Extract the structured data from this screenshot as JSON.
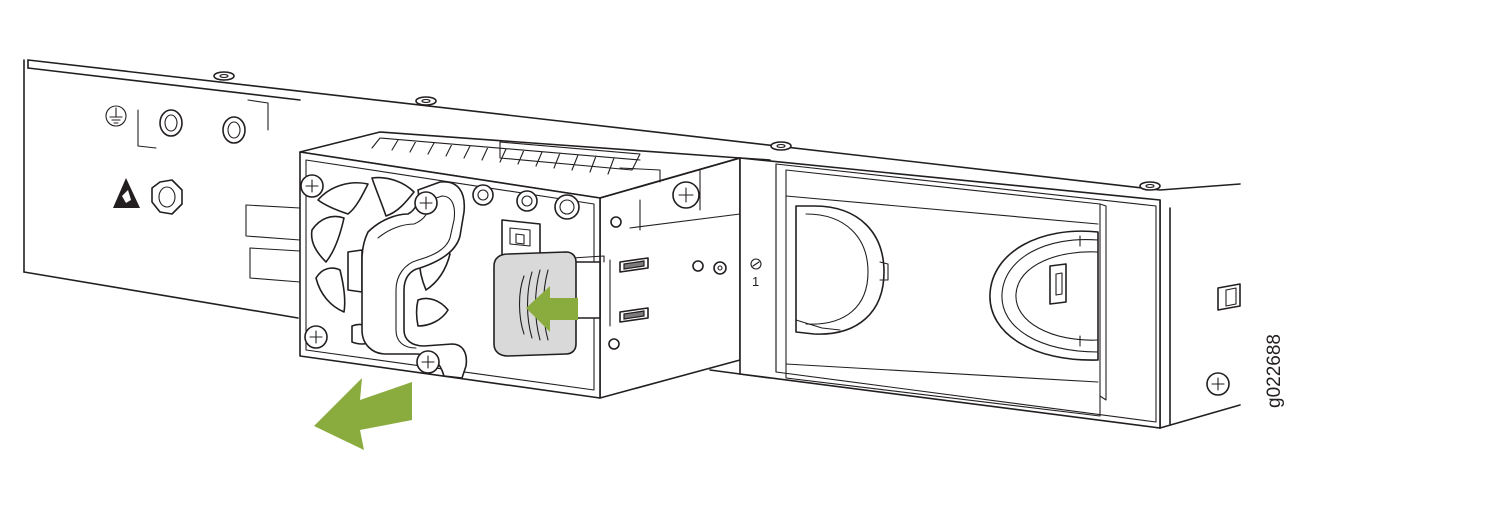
{
  "figure": {
    "id_label": "g022688",
    "slot_number": "1",
    "colors": {
      "line": "#231f20",
      "arrow_green": "#8aab3d",
      "latch_gray": "#d9d9d9"
    },
    "icons": [
      "ground-symbol-icon",
      "esd-warning-icon",
      "screw-icon",
      "pull-out-arrow-icon",
      "press-latch-arrow-icon",
      "fan-module",
      "power-symbol-icon"
    ]
  }
}
